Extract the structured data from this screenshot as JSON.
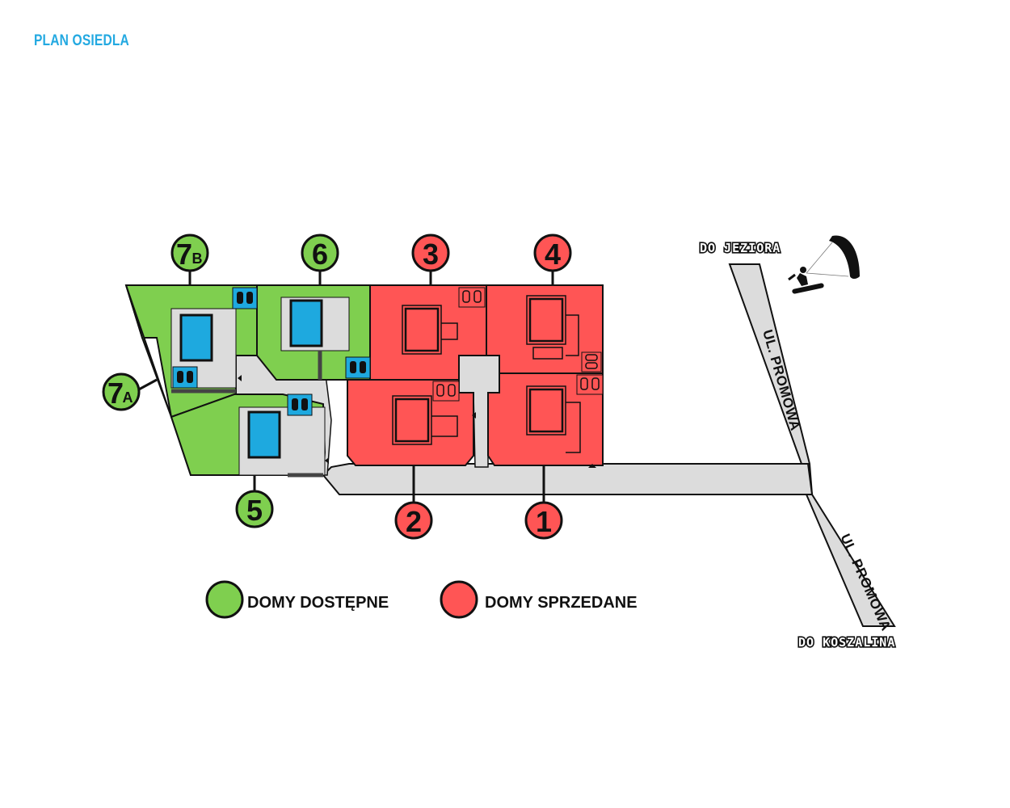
{
  "page": {
    "title": "PLAN OSIEDLA"
  },
  "colors": {
    "available": "#7fcf4f",
    "sold": "#ff5555",
    "road": "#dcdcdc",
    "pool": "#1ea9df",
    "outline": "#111111",
    "title": "#23a9e1"
  },
  "lots": [
    {
      "id": "7B",
      "number": "7",
      "suffix": "B",
      "status": "available"
    },
    {
      "id": "6",
      "number": "6",
      "suffix": "",
      "status": "available"
    },
    {
      "id": "3",
      "number": "3",
      "suffix": "",
      "status": "sold"
    },
    {
      "id": "4",
      "number": "4",
      "suffix": "",
      "status": "sold"
    },
    {
      "id": "7A",
      "number": "7",
      "suffix": "A",
      "status": "available"
    },
    {
      "id": "5",
      "number": "5",
      "suffix": "",
      "status": "available"
    },
    {
      "id": "2",
      "number": "2",
      "suffix": "",
      "status": "sold"
    },
    {
      "id": "1",
      "number": "1",
      "suffix": "",
      "status": "sold"
    }
  ],
  "legend": {
    "available": "DOMY DOSTĘPNE",
    "sold": "DOMY SPRZEDANE"
  },
  "streets": {
    "upper": "UL. PROMOWA",
    "lower": "UL. PROMOWA"
  },
  "directions": {
    "lake": "DO JEZIORA",
    "city": "DO KOSZALINA"
  },
  "icons": {
    "kitesurfer": "kitesurfer-icon",
    "parking": "car-parking-icon",
    "pool": "pool-icon"
  }
}
